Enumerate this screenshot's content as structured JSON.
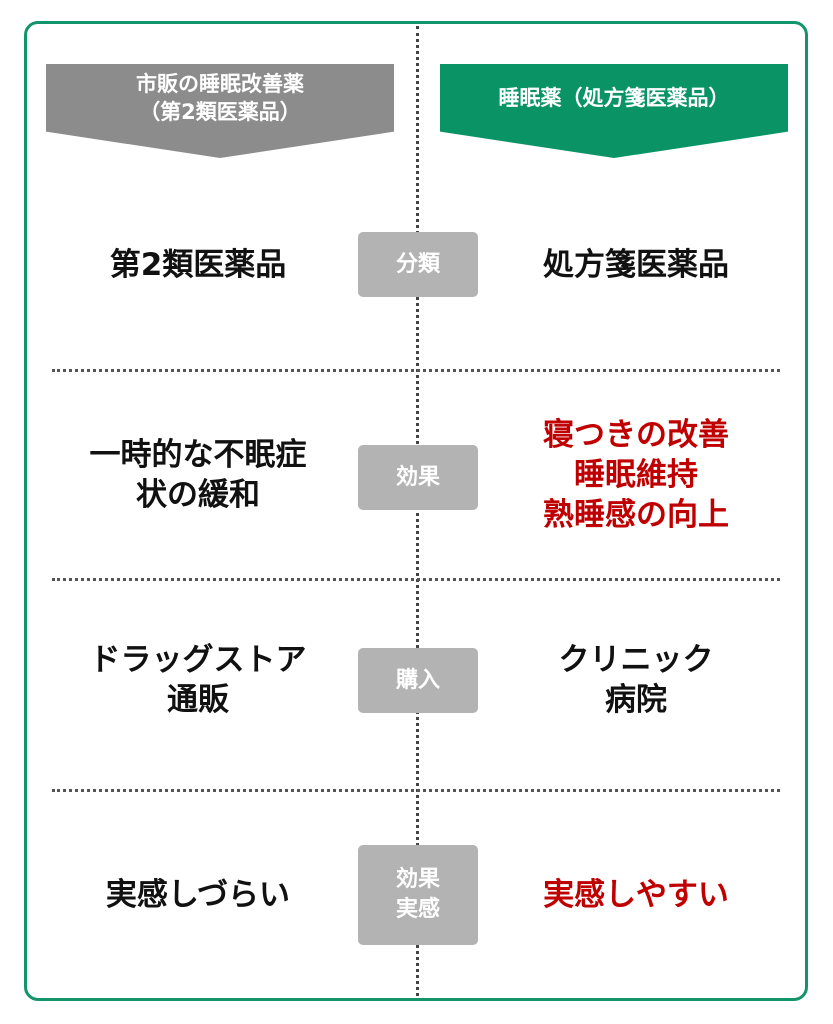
{
  "header": {
    "left_line1": "市販の睡眠改善薬",
    "left_line2": "（第2類医薬品）",
    "right": "睡眠薬（処方箋医薬品）"
  },
  "rows": [
    {
      "label": [
        "分類"
      ],
      "left": [
        "第2類医薬品"
      ],
      "right": [
        "処方箋医薬品"
      ],
      "right_highlight": false
    },
    {
      "label": [
        "効果"
      ],
      "left": [
        "一時的な不眠症",
        "状の緩和"
      ],
      "right": [
        "寝つきの改善",
        "睡眠維持",
        "熟睡感の向上"
      ],
      "right_highlight": true
    },
    {
      "label": [
        "購入"
      ],
      "left": [
        "ドラッグストア",
        "通販"
      ],
      "right": [
        "クリニック",
        "病院"
      ],
      "right_highlight": false
    },
    {
      "label": [
        "効果",
        "実感"
      ],
      "left": [
        "実感しづらい"
      ],
      "right": [
        "実感しやすい"
      ],
      "right_highlight": true
    }
  ],
  "colors": {
    "green": "#0a9466",
    "gray": "#8c8c8c",
    "red": "#c00000"
  }
}
